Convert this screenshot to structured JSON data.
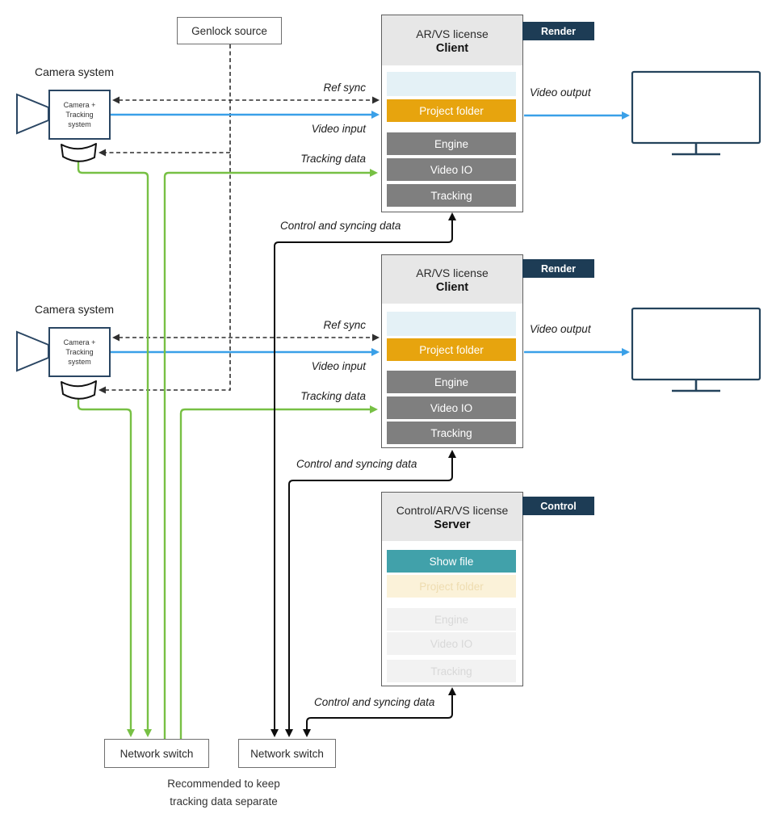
{
  "colors": {
    "green": "#77c044",
    "blue": "#3aa0e8",
    "navy_outline": "#2a4663",
    "tag_background": "#1d3c55",
    "orange": "#e7a40e",
    "teal": "#41a1aa",
    "gray_row": "#7f7f7f",
    "header_gray": "#e7e7e7",
    "ice_row": "#e4f1f6"
  },
  "genlock": {
    "label": "Genlock source"
  },
  "cameras": [
    {
      "title": "Camera system",
      "body_line1": "Camera +",
      "body_line2": "Tracking",
      "body_line3": "system"
    },
    {
      "title": "Camera system",
      "body_line1": "Camera +",
      "body_line2": "Tracking",
      "body_line3": "system"
    }
  ],
  "clients": [
    {
      "license": "AR/VS license",
      "role": "Client",
      "tag": "Render",
      "rows": {
        "slot": "",
        "project": "Project folder",
        "engine": "Engine",
        "video_io": "Video IO",
        "tracking": "Tracking"
      }
    },
    {
      "license": "AR/VS license",
      "role": "Client",
      "tag": "Render",
      "rows": {
        "slot": "",
        "project": "Project folder",
        "engine": "Engine",
        "video_io": "Video IO",
        "tracking": "Tracking"
      }
    }
  ],
  "server": {
    "license": "Control/AR/VS license",
    "role": "Server",
    "tag": "Control",
    "rows": {
      "show_file": "Show file",
      "project": "Project folder",
      "engine": "Engine",
      "video_io": "Video IO",
      "tracking": "Tracking"
    }
  },
  "flow_labels": {
    "ref_sync": "Ref sync",
    "video_input": "Video input",
    "tracking_data": "Tracking data",
    "video_output": "Video output",
    "control": "Control and syncing data"
  },
  "switches": [
    {
      "label": "Network switch"
    },
    {
      "label": "Network switch"
    }
  ],
  "note": {
    "line1": "Recommended to keep",
    "line2": "tracking data separate"
  }
}
